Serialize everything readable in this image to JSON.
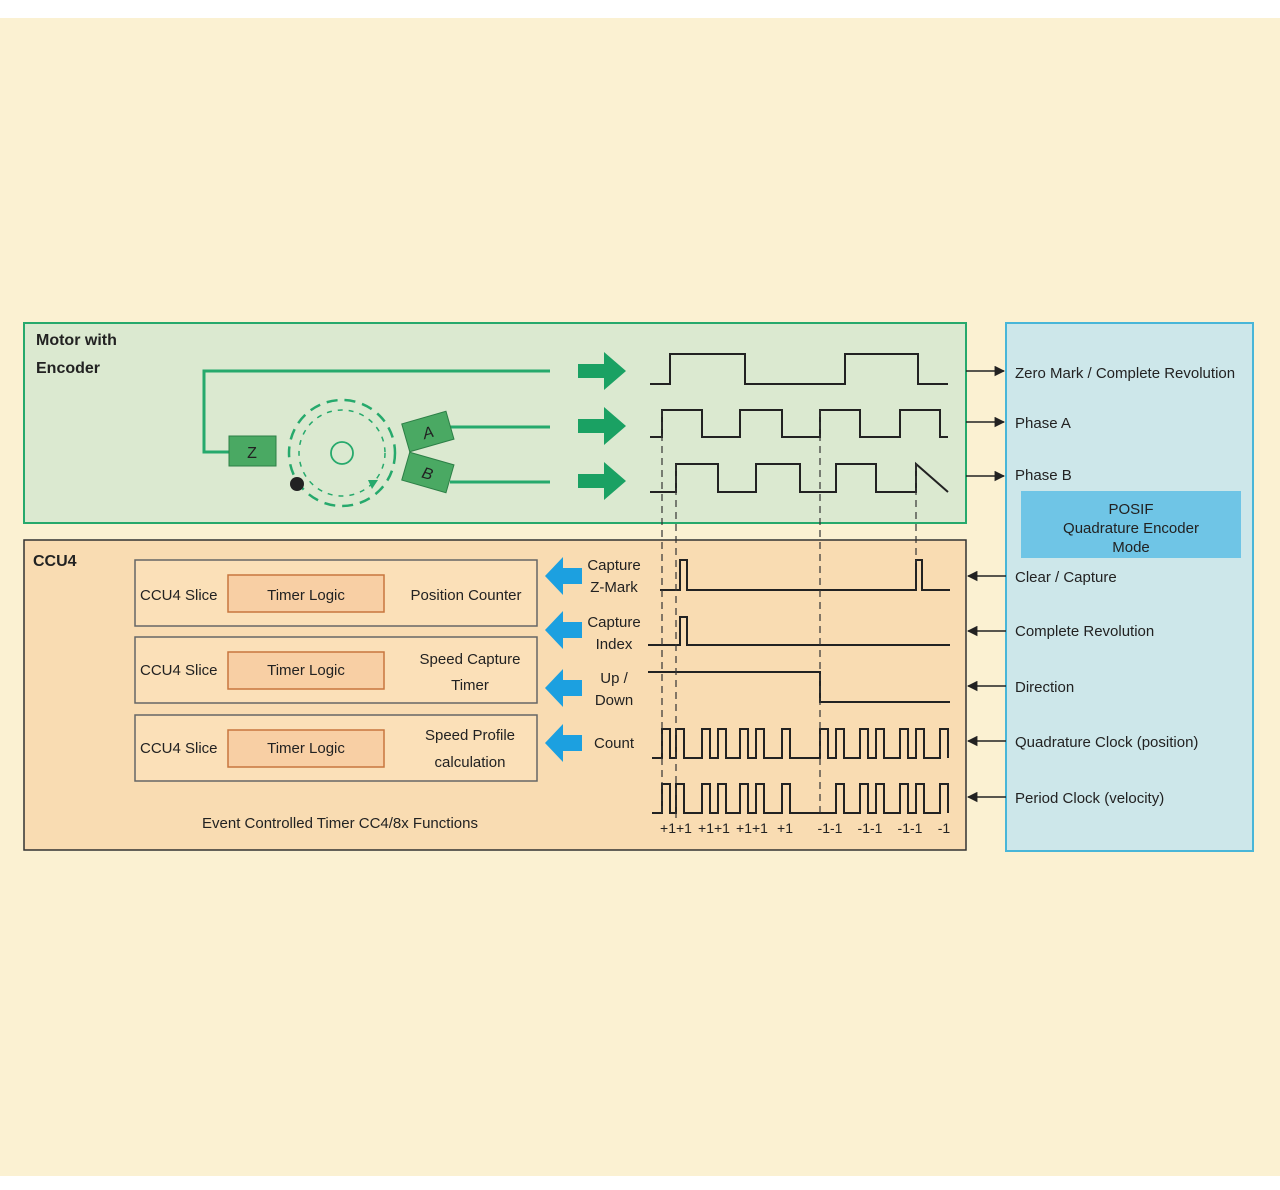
{
  "motor": {
    "title_line1": "Motor with",
    "title_line2": "Encoder",
    "sensor_z": "Z",
    "sensor_a": "A",
    "sensor_b": "B"
  },
  "ccu4": {
    "title": "CCU4",
    "footer": "Event Controlled Timer CC4/8x Functions",
    "slices": [
      {
        "slice_label": "CCU4 Slice",
        "logic_label": "Timer Logic",
        "function_line1": "Position Counter",
        "function_line2": ""
      },
      {
        "slice_label": "CCU4 Slice",
        "logic_label": "Timer Logic",
        "function_line1": "Speed Capture",
        "function_line2": "Timer"
      },
      {
        "slice_label": "CCU4 Slice",
        "logic_label": "Timer Logic",
        "function_line1": "Speed Profile",
        "function_line2": "calculation"
      }
    ],
    "inputs": [
      {
        "line1": "Capture",
        "line2": "Z-Mark"
      },
      {
        "line1": "Capture",
        "line2": "Index"
      },
      {
        "line1": "Up /",
        "line2": "Down"
      },
      {
        "line1": "Count",
        "line2": ""
      }
    ]
  },
  "posif": {
    "mode_line1": "POSIF",
    "mode_line2": "Quadrature Encoder",
    "mode_line3": "Mode",
    "signals": [
      "Zero Mark / Complete Revolution",
      "Phase A",
      "Phase B",
      "Clear / Capture",
      "Complete Revolution",
      "Direction",
      "Quadrature Clock (position)",
      "Period Clock (velocity)"
    ]
  },
  "count_labels": [
    "+1+1",
    "+1+1",
    "+1+1",
    "+1",
    "-1-1",
    "-1-1",
    "-1-1",
    "-1"
  ],
  "colors": {
    "background": "#fbf1d2",
    "motor_panel": "#dbe9d0",
    "motor_border": "#26a96c",
    "green_arrow": "#1aa163",
    "sensor_box": "#4aa963",
    "ccu4_panel": "#f9dcb2",
    "slice_box": "#fbe0b8",
    "logic_box": "#f8cfa4",
    "logic_border": "#c8763e",
    "posif_panel": "#cde7ea",
    "posif_border": "#48b6d8",
    "posif_mode": "#6fc5e6",
    "blue_arrow": "#1ca0e0"
  }
}
